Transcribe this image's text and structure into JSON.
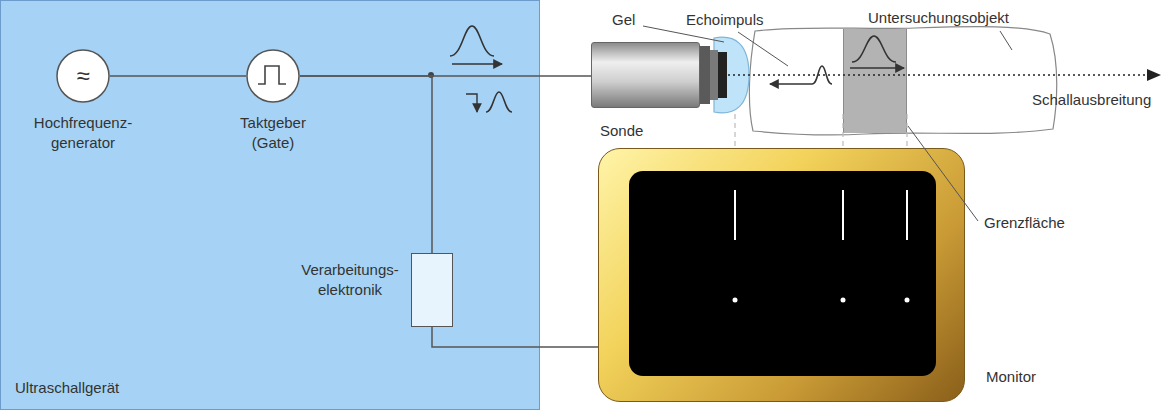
{
  "diagram": {
    "nodes": [
      {
        "text": [
          "Ultraschallgerät"
        ]
      },
      {
        "text": [
          "≈",
          "Hochfrequenz- generator"
        ],
        "in": 0
      },
      {
        "text": [
          "Taktgeber (Gate)"
        ],
        "in": 0
      },
      {
        "text": [
          "Verarbeitungs- elektronik"
        ],
        "in": 0
      },
      {
        "text": [
          "Sonde"
        ]
      },
      {
        "text": [
          "Untersuchungsobjekt"
        ]
      },
      {
        "text": [
          "Grenzfläche"
        ],
        "in": 5
      },
      {
        "text": [
          "Monitor"
        ]
      }
    ],
    "edges": [
      {
        "from": 1,
        "to": 2,
        "arrow": "none"
      },
      {
        "from": 2,
        "to": 4,
        "arrow": "none"
      },
      {
        "from": 2,
        "to": 3,
        "arrow": "none"
      },
      {
        "from": 3,
        "to": 7,
        "arrow": "none"
      }
    ],
    "labels": [
      "Gel",
      "Echoimpuls",
      "Schallausbreitung"
    ]
  }
}
